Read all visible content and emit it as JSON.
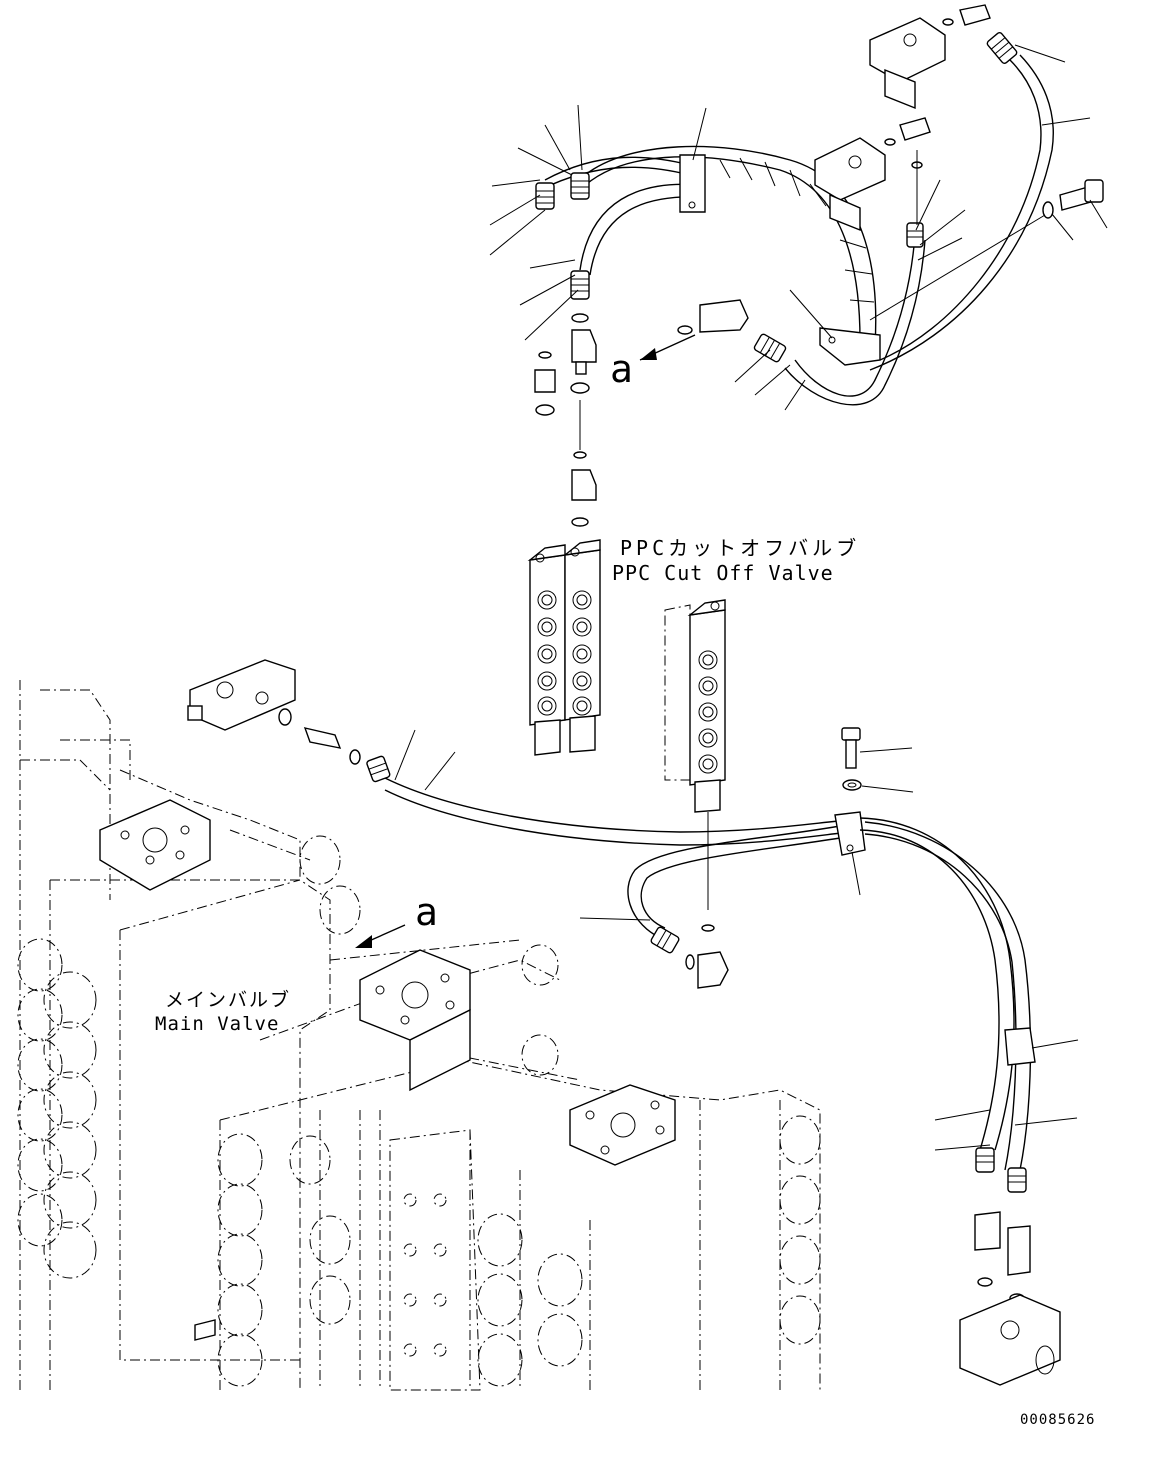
{
  "labels": {
    "ppc_valve_jp": "PPCカットオフバルブ",
    "ppc_valve_en": "PPC Cut Off Valve",
    "main_valve_jp": "メインバルブ",
    "main_valve_en": "Main Valve",
    "view_a_top": "a",
    "view_a_bottom": "a",
    "drawing_number": "00085626"
  }
}
